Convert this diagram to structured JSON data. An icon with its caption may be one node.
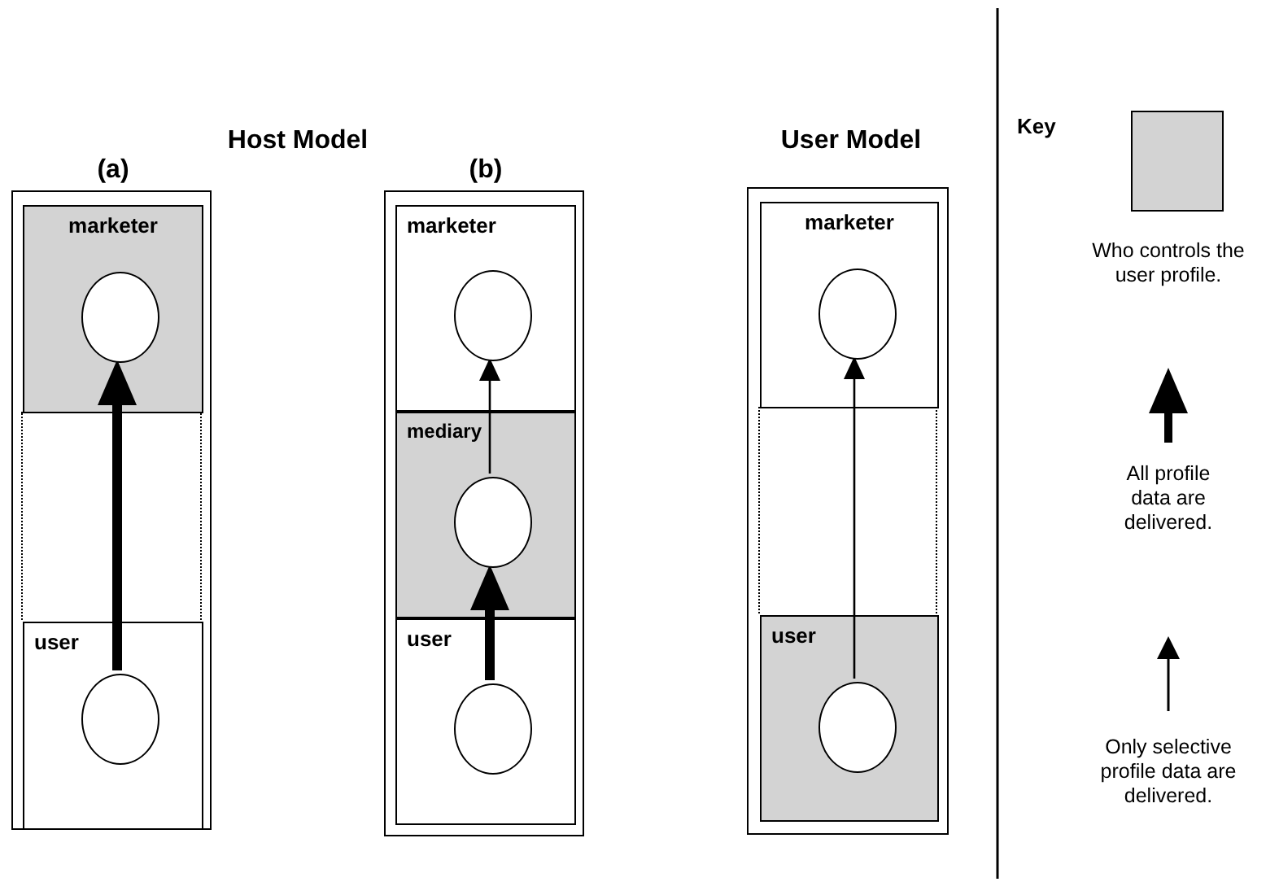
{
  "diagram": {
    "nodes": [
      {
        "text": [
          "(a)"
        ]
      },
      {
        "text": [
          "marketer"
        ],
        "in": 0
      },
      {
        "text": [],
        "shape": "circle",
        "in": 1
      },
      {
        "text": [
          "user"
        ],
        "in": 0
      },
      {
        "text": [],
        "shape": "circle",
        "in": 3
      },
      {
        "text": [
          "(b)"
        ]
      },
      {
        "text": [
          "marketer"
        ],
        "in": 5
      },
      {
        "text": [],
        "shape": "circle",
        "in": 6
      },
      {
        "text": [
          "mediary"
        ],
        "in": 5
      },
      {
        "text": [],
        "shape": "circle",
        "in": 8
      },
      {
        "text": [
          "user"
        ],
        "in": 5
      },
      {
        "text": [],
        "shape": "circle",
        "in": 10
      },
      {
        "text": [],
        "shape": "box"
      },
      {
        "text": [
          "marketer"
        ],
        "in": 12
      },
      {
        "text": [],
        "shape": "circle",
        "in": 13
      },
      {
        "text": [
          "user"
        ],
        "in": 12
      },
      {
        "text": [],
        "shape": "circle",
        "in": 15
      }
    ],
    "edges": [
      {
        "from": 4,
        "to": 2,
        "arrow": "to",
        "style": "thick"
      },
      {
        "from": 11,
        "to": 9,
        "arrow": "to",
        "style": "thick"
      },
      {
        "from": 9,
        "to": 7,
        "arrow": "to"
      },
      {
        "from": 16,
        "to": 14,
        "arrow": "to"
      }
    ],
    "labels": [
      "Host Model",
      "User Model",
      "Key"
    ],
    "legend": [
      {
        "text": "Who controls the user profile.",
        "color": "#d3d3d3"
      },
      {
        "text": "All profile data are delivered."
      },
      {
        "text": "Only selective profile data are delivered."
      }
    ]
  }
}
